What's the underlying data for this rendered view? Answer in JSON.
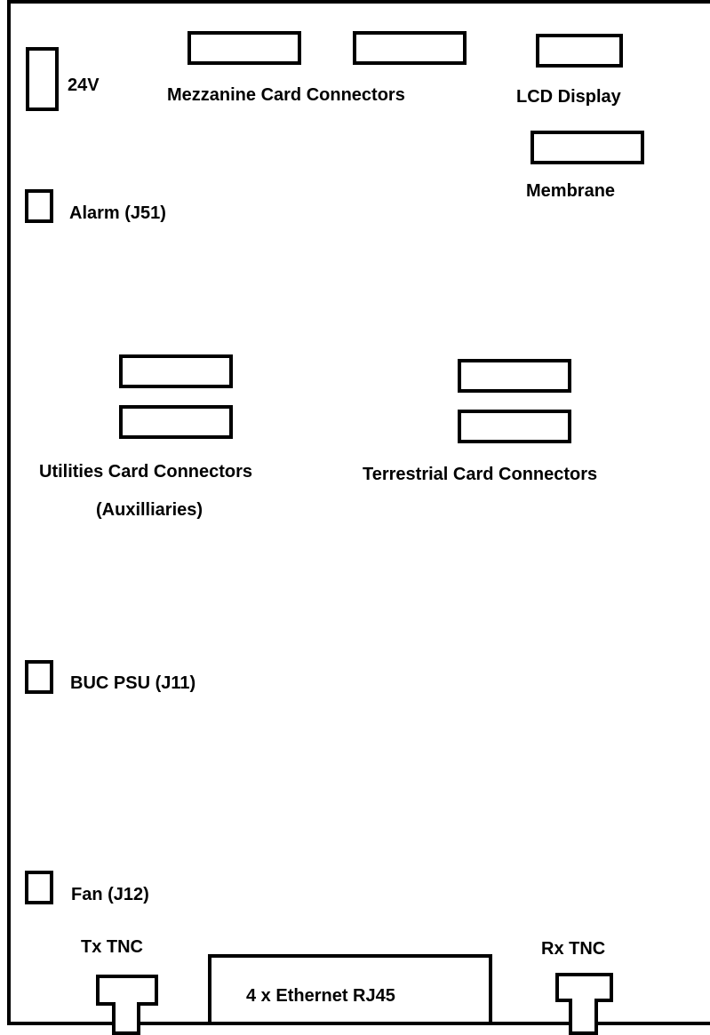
{
  "labels": {
    "power_24v": "24V",
    "mezzanine": "Mezzanine Card Connectors",
    "lcd": "LCD Display",
    "membrane": "Membrane",
    "alarm": "Alarm (J51)",
    "utilities_line1": "Utilities Card Connectors",
    "utilities_line2": "(Auxilliaries)",
    "terrestrial": "Terrestrial Card Connectors",
    "buc_psu": "BUC PSU (J11)",
    "fan": "Fan (J12)",
    "tx_tnc": "Tx TNC",
    "rx_tnc": "Rx  TNC",
    "ethernet": "4 x Ethernet RJ45"
  }
}
